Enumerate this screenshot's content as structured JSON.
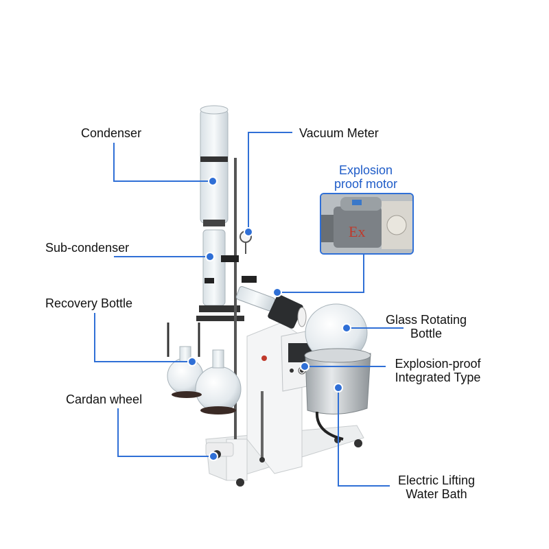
{
  "labels": {
    "condenser": "Condenser",
    "vacuum_meter": "Vacuum Meter",
    "explosion_proof_motor_1": "Explosion",
    "explosion_proof_motor_2": "proof motor",
    "sub_condenser": "Sub-condenser",
    "recovery_bottle": "Recovery Bottle",
    "glass_rotating_bottle_1": "Glass Rotating",
    "glass_rotating_bottle_2": "Bottle",
    "explosion_proof_integrated_1": "Explosion-proof",
    "explosion_proof_integrated_2": "Integrated Type",
    "cardan_wheel": "Cardan wheel",
    "electric_lifting_water_bath_1": "Electric Lifting",
    "electric_lifting_water_bath_2": "Water Bath"
  },
  "inset": {
    "marking": "Ex"
  },
  "colors": {
    "leader_line": "#2f6fd6",
    "motor_label": "#1f5cc8",
    "frame": "#f3f4f5"
  }
}
